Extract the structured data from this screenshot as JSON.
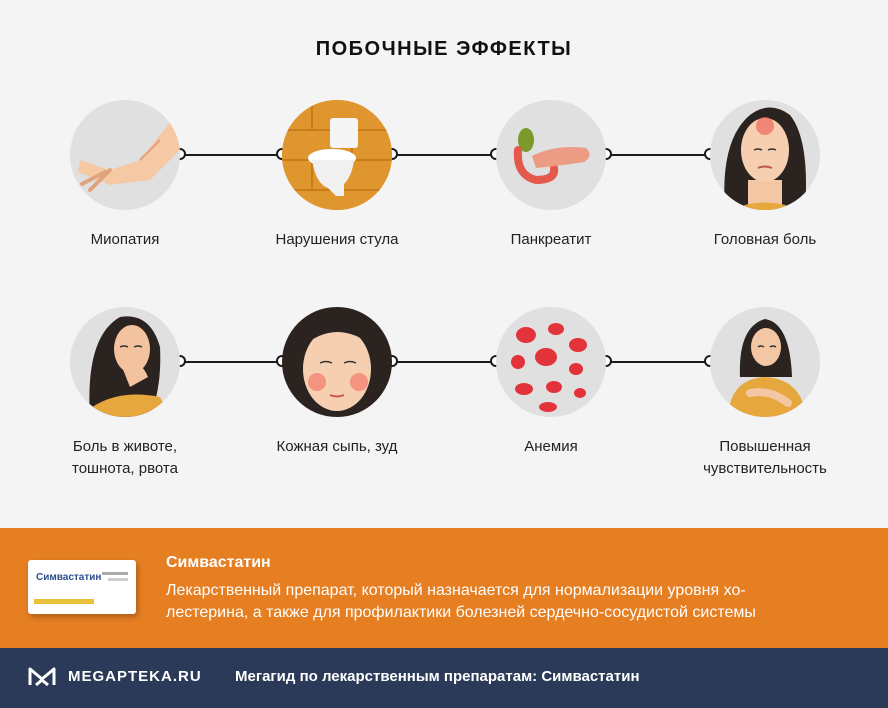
{
  "title": "ПОБОЧНЫЕ ЭФФЕКТЫ",
  "effects": [
    {
      "label": "Миопатия",
      "icon": "hand-icon"
    },
    {
      "label": "Нарушения стула",
      "icon": "toilet-icon"
    },
    {
      "label": "Панкреатит",
      "icon": "pancreas-icon"
    },
    {
      "label": "Головная боль",
      "icon": "headache-woman-icon"
    },
    {
      "label": "Боль в животе, тошнота, рвота",
      "line1": "Боль в животе,",
      "line2": "тошнота, рвота",
      "icon": "nausea-woman-icon"
    },
    {
      "label": "Кожная сыпь, зуд",
      "icon": "rash-face-icon"
    },
    {
      "label": "Анемия",
      "icon": "blood-cells-icon"
    },
    {
      "label": "Повышенная чувствительность",
      "line1": "Повышенная",
      "line2": "чувствительность",
      "icon": "itching-woman-icon"
    }
  ],
  "drug": {
    "name": "Симвастатин",
    "box_label": "Симвастатин",
    "description_line1": "Лекарственный препарат, который назначается для нормализации уровня хо-",
    "description_line2": "лестерина, а также для профилактики болезней сердечно-сосудистой системы"
  },
  "footer": {
    "logo": "MEGAPTEKA.RU",
    "text": "Мегагид по лекарственным препаратам: Симвастатин"
  },
  "colors": {
    "background": "#f4f4f4",
    "band": "#e67e22",
    "footer": "#2b3a58",
    "circle_grey": "#e0e0e0",
    "circle_orange": "#e0962e"
  }
}
